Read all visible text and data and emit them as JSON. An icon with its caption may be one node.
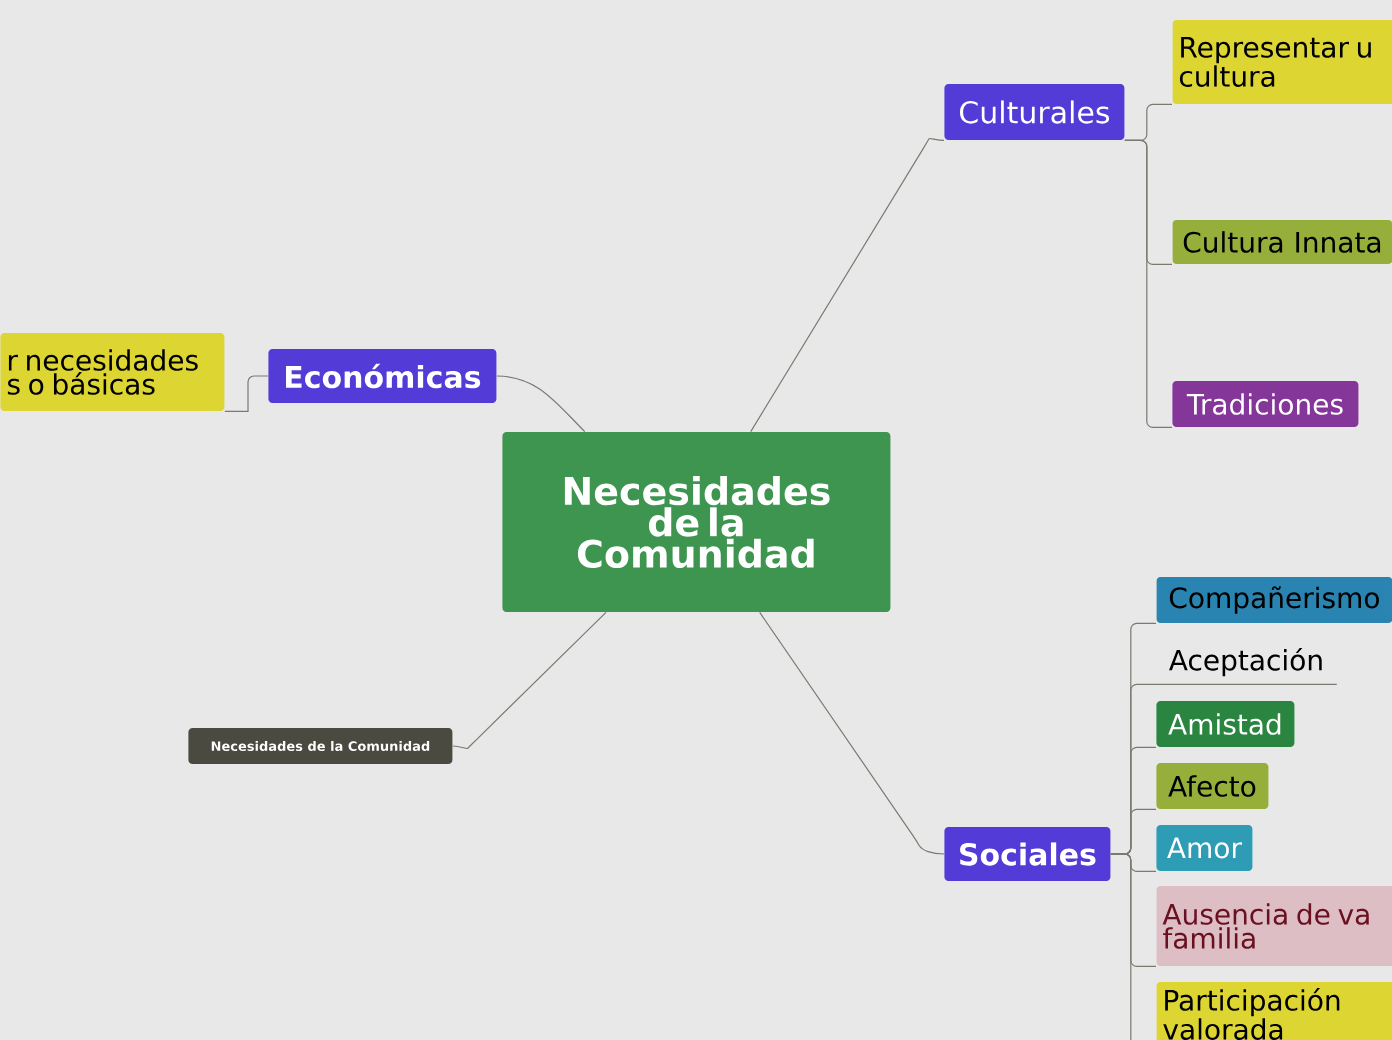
{
  "diagram": {
    "nodes": [
      {
        "text": [
          "Necesidades de la Comunidad"
        ]
      },
      {
        "text": [
          "Económicas"
        ]
      },
      {
        "text": [
          "r necesidades s o básicas"
        ]
      },
      {
        "text": [
          "Culturales"
        ]
      },
      {
        "text": [
          "Representar u cultura"
        ]
      },
      {
        "text": [
          "Cultura Innata"
        ]
      },
      {
        "text": [
          "Tradiciones"
        ]
      },
      {
        "text": [
          "Sociales"
        ]
      },
      {
        "text": [
          "Compañerismo"
        ]
      },
      {
        "text": [
          "Aceptación"
        ]
      },
      {
        "text": [
          "Amistad"
        ]
      },
      {
        "text": [
          "Afecto"
        ]
      },
      {
        "text": [
          "Amor"
        ]
      },
      {
        "text": [
          "Ausencia de va familia"
        ]
      },
      {
        "text": [
          "Participación valorada"
        ]
      },
      {
        "text": [
          "Necesidades de la Comunidad"
        ]
      }
    ],
    "edges": [
      {
        "from": 0,
        "to": 1,
        "arrow": "none"
      },
      {
        "from": 0,
        "to": 3,
        "arrow": "none"
      },
      {
        "from": 0,
        "to": 7,
        "arrow": "none"
      },
      {
        "from": 0,
        "to": 15,
        "arrow": "none"
      },
      {
        "from": 1,
        "to": 2,
        "arrow": "none"
      },
      {
        "from": 3,
        "to": 4,
        "arrow": "none"
      },
      {
        "from": 3,
        "to": 5,
        "arrow": "none"
      },
      {
        "from": 3,
        "to": 6,
        "arrow": "none"
      },
      {
        "from": 7,
        "to": 8,
        "arrow": "none"
      },
      {
        "from": 7,
        "to": 9,
        "arrow": "none"
      },
      {
        "from": 7,
        "to": 10,
        "arrow": "none"
      },
      {
        "from": 7,
        "to": 11,
        "arrow": "none"
      },
      {
        "from": 7,
        "to": 12,
        "arrow": "none"
      },
      {
        "from": 7,
        "to": 13,
        "arrow": "none"
      },
      {
        "from": 7,
        "to": 14,
        "arrow": "none"
      }
    ]
  }
}
